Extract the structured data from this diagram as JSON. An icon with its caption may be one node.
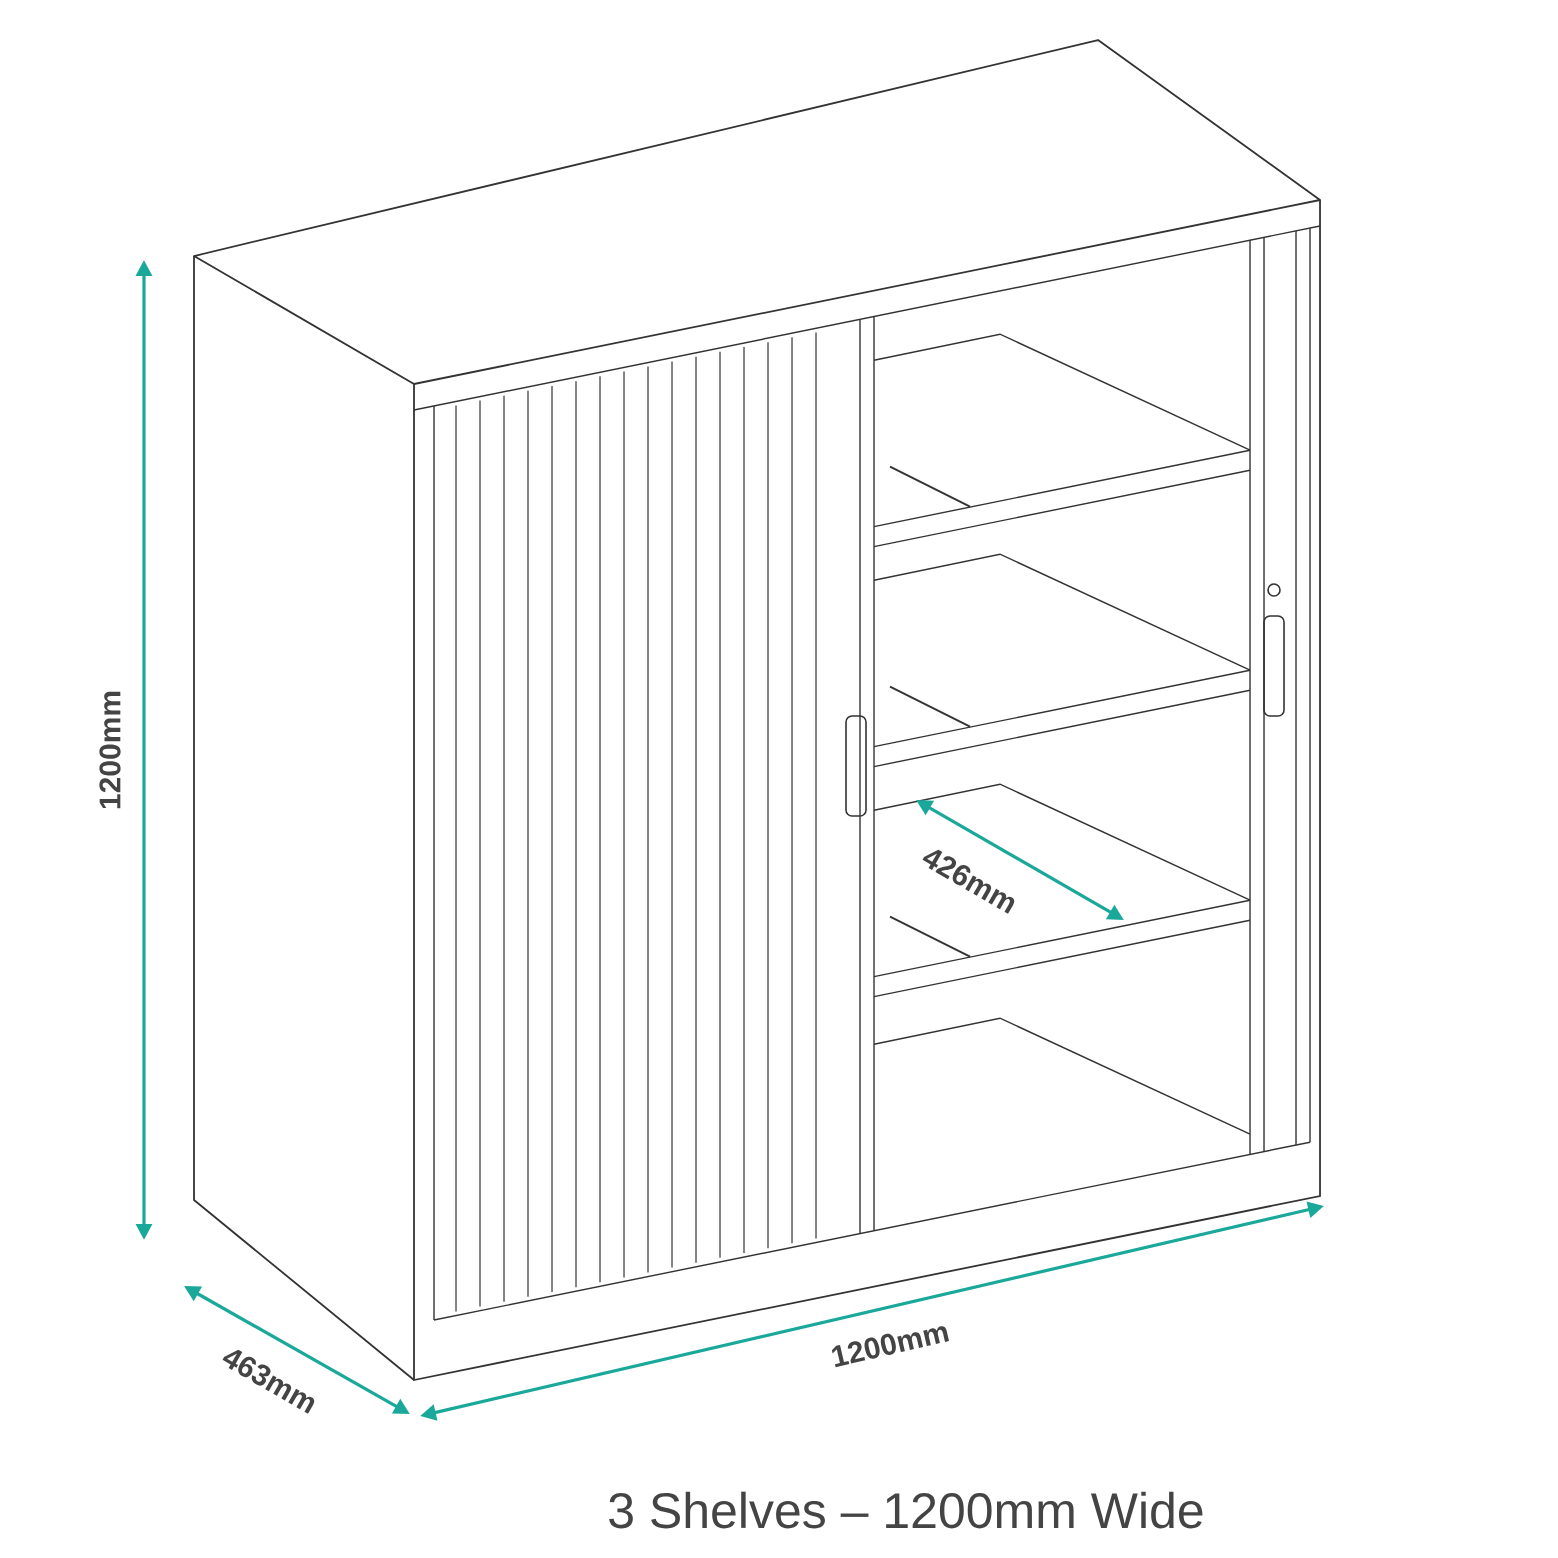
{
  "diagram": {
    "caption": "3 Shelves – 1200mm Wide",
    "labels": [
      "1200mm",
      "426mm",
      "463mm",
      "1200mm"
    ]
  }
}
